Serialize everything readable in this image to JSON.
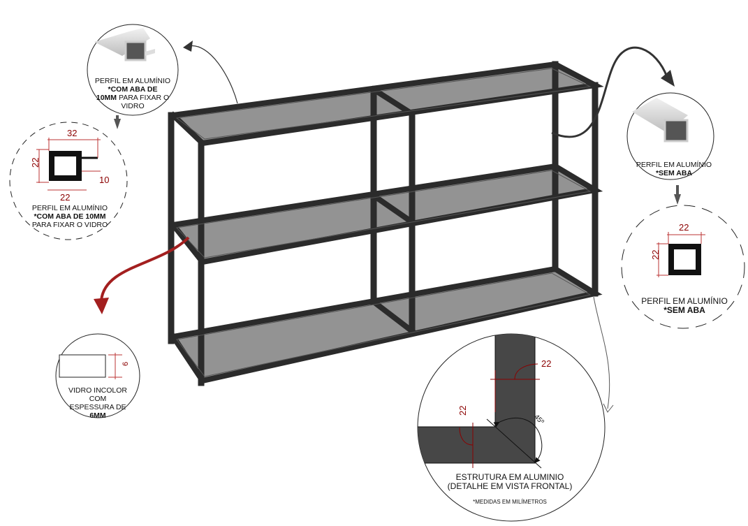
{
  "profile_with_flange": {
    "title": "PERFIL EM ALUMÍNIO",
    "line2_bold": "*COM ABA DE",
    "line3_bold": "10MM",
    "line3_rest": " PARA FIXAR O",
    "line4": "VIDRO"
  },
  "profile_with_flange_section": {
    "dim_width_total": "32",
    "dim_height": "22",
    "dim_width": "22",
    "dim_flange": "10",
    "title": "PERFIL EM ALUMÍNIO",
    "line2_bold": "*COM ABA DE 10MM",
    "line3": "PARA FIXAR O VIDRO"
  },
  "profile_no_flange": {
    "title": "PERFIL EM ALUMÍNIO",
    "line2_bold": "*SEM ABA"
  },
  "profile_no_flange_section": {
    "dim_width": "22",
    "dim_height": "22",
    "title": "PERFIL EM ALUMÍNIO",
    "line2_bold": "*SEM ABA"
  },
  "glass_detail": {
    "dim_thickness": "6",
    "line1": "VIDRO INCOLOR COM",
    "line2": "ESPESSURA DE",
    "line3_bold": "6MM"
  },
  "corner_detail": {
    "dim_vertical": "22",
    "dim_horizontal": "22",
    "angle": "45º",
    "line1": "ESTRUTURA EM ALUMINIO",
    "line2": "(DETALHE EM VISTA FRONTAL)",
    "note": "*MEDIDAS EM MILÍMETROS"
  },
  "colors": {
    "dimension": "#8b0000",
    "frame": "#2b2b2b",
    "glass": "#7a7a7a",
    "accent_arrow": "#a31f1f"
  }
}
